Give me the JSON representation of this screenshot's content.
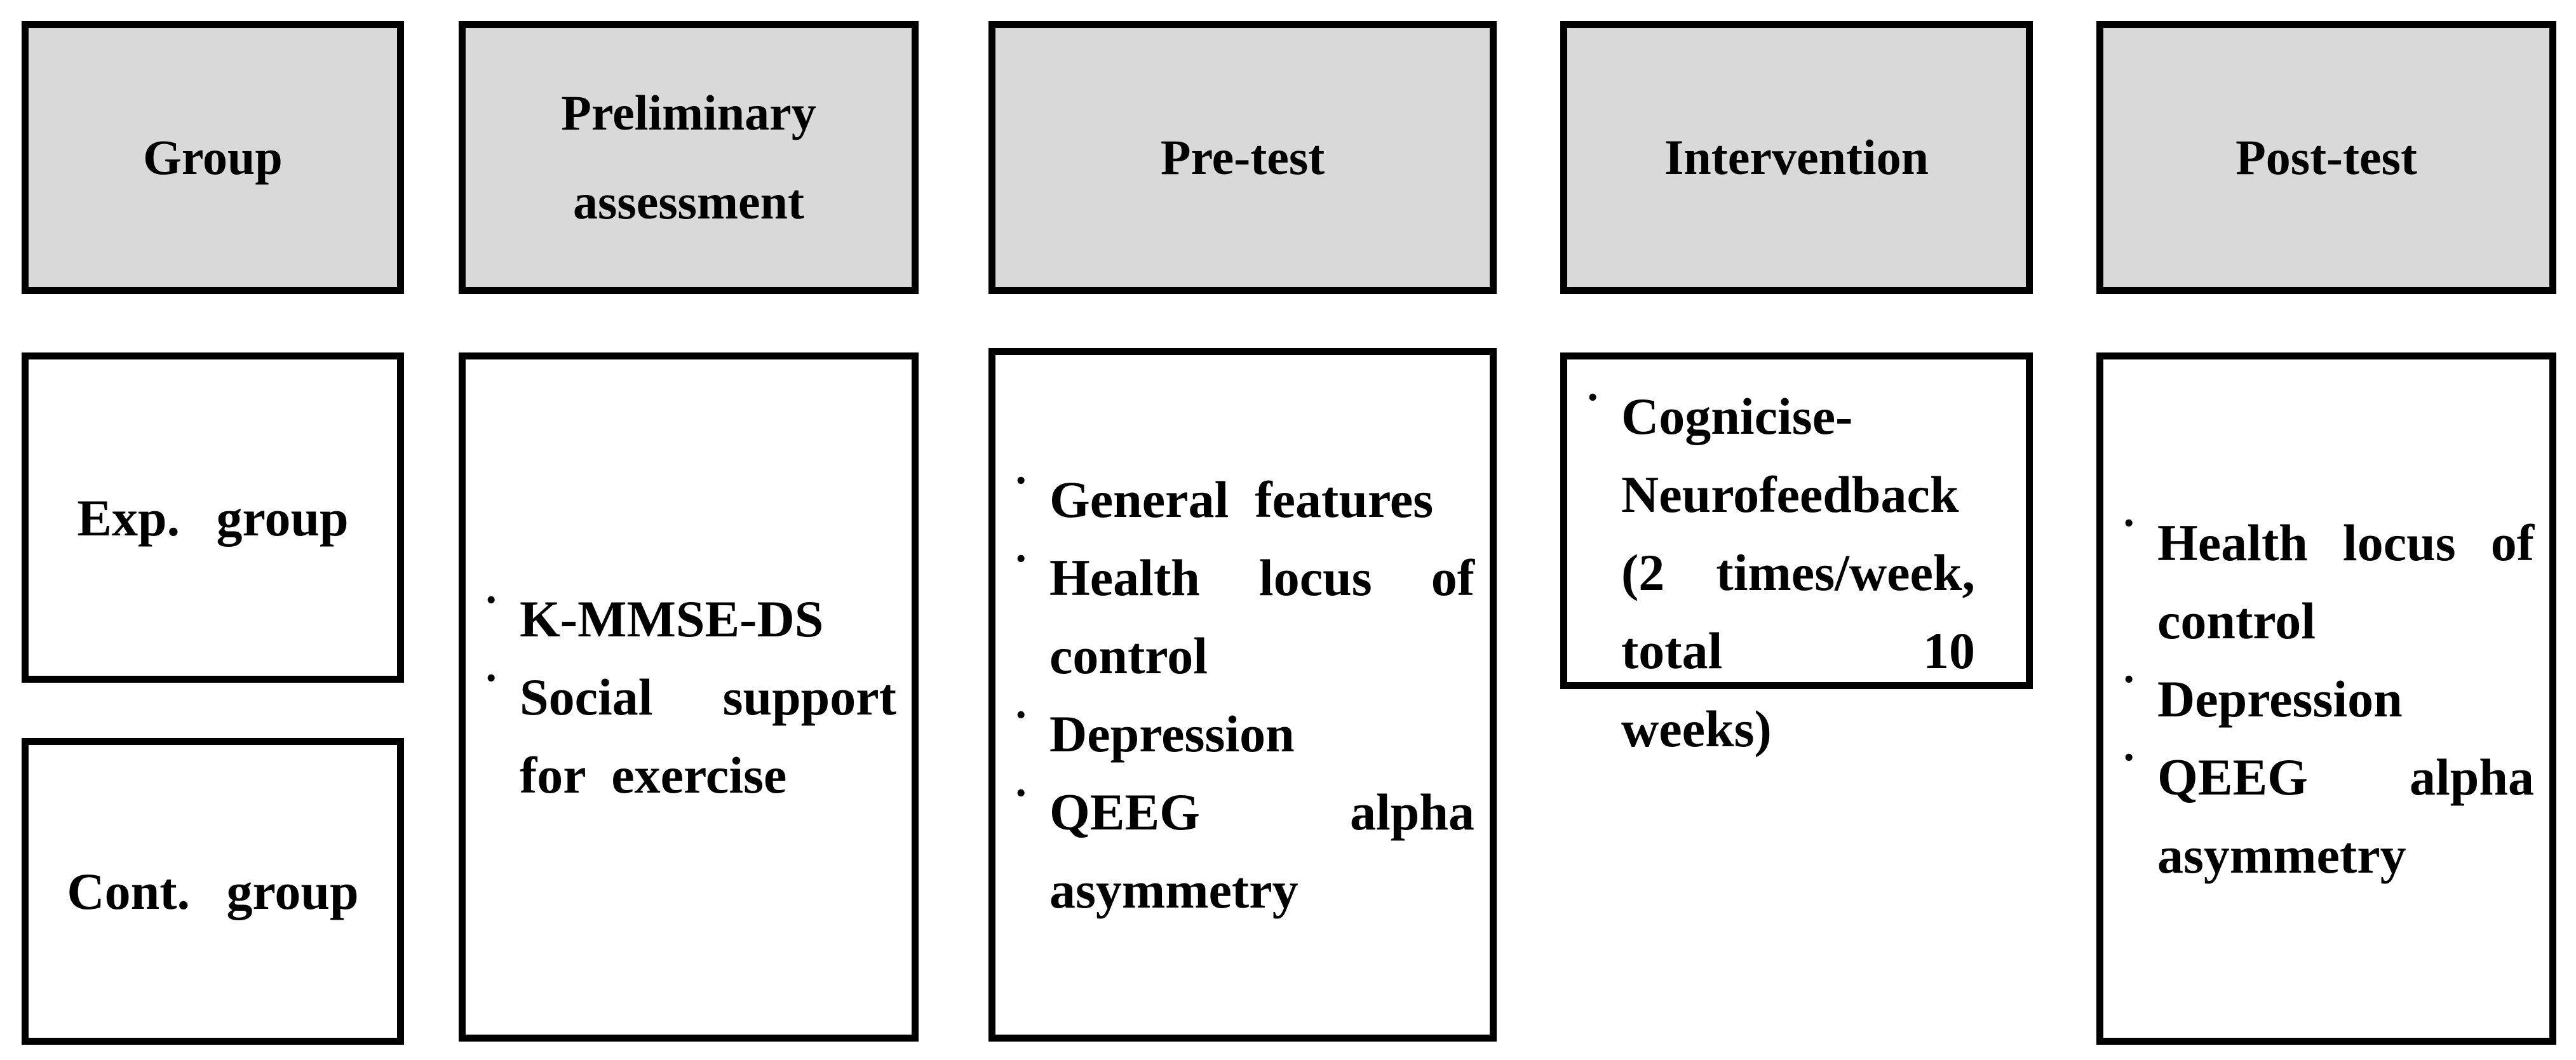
{
  "diagram": {
    "bullet": "•",
    "colors": {
      "background": "#ffffff",
      "border": "#000000",
      "header_fill": "#d9d9d9",
      "text": "#000000"
    }
  },
  "columns": [
    {
      "header": "Group",
      "boxes": {
        "exp": "Exp. group",
        "cont": "Cont. group"
      }
    },
    {
      "header": "Preliminary assessment",
      "items": [
        "K-MMSE-DS",
        "Social support for exercise"
      ]
    },
    {
      "header": "Pre-test",
      "items": [
        "General features",
        "Health locus of control",
        "Depression",
        "QEEG alpha asymmetry"
      ]
    },
    {
      "header": "Intervention",
      "items": [
        "Cognicise-Neurofeedback (2 times/week, total 10 weeks)"
      ]
    },
    {
      "header": "Post-test",
      "items": [
        "Health locus of control",
        "Depression",
        "QEEG alpha asymmetry"
      ]
    }
  ]
}
